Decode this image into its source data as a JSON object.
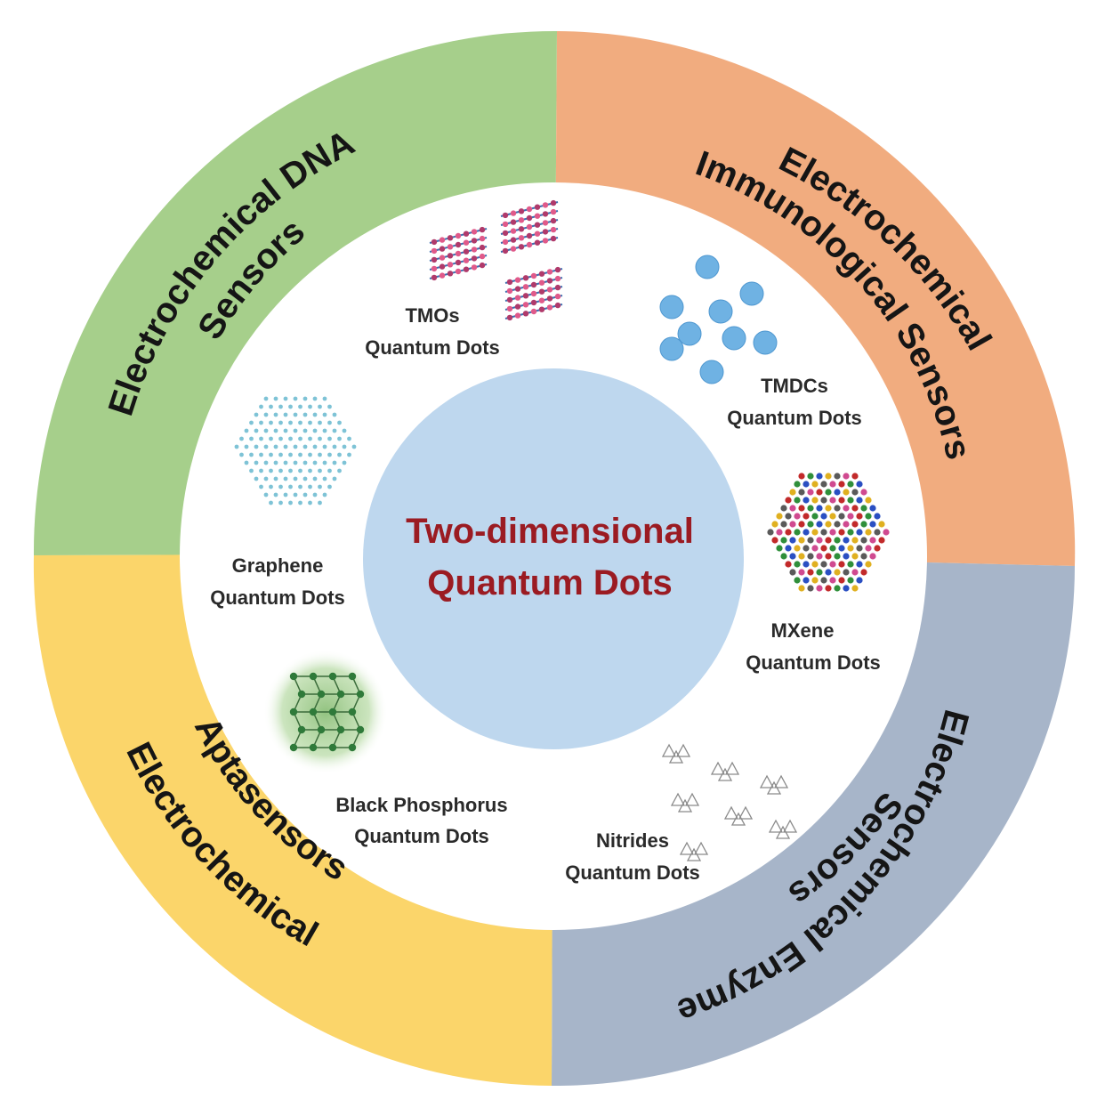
{
  "center": {
    "line1": "Two-dimensional",
    "line2": "Quantum Dots"
  },
  "sectors": [
    {
      "key": "dna",
      "line1": "Electrochemical DNA",
      "line2": "Sensors",
      "color": "#a6cf8b"
    },
    {
      "key": "immuno",
      "line1": "Electrochemical",
      "line2": "Immunological Sensors",
      "color": "#f1ac7f"
    },
    {
      "key": "enzyme",
      "line1": "Electrochemical Enzyme",
      "line2": "Sensors",
      "color": "#a7b5c9"
    },
    {
      "key": "apta",
      "line1": "Electrochemical",
      "line2": "Aptasensors",
      "color": "#fbd56a"
    }
  ],
  "quantum_dots": [
    {
      "key": "tmos",
      "line1": "TMOs",
      "line2": "Quantum Dots"
    },
    {
      "key": "tmdcs",
      "line1": "TMDCs",
      "line2": "Quantum Dots"
    },
    {
      "key": "mxene",
      "line1": "MXene",
      "line2": "Quantum Dots"
    },
    {
      "key": "nitrides",
      "line1": "Nitrides",
      "line2": "Quantum Dots"
    },
    {
      "key": "bp",
      "line1": "Black Phosphorus",
      "line2": "Quantum Dots"
    },
    {
      "key": "graphene",
      "line1": "Graphene",
      "line2": "Quantum Dots"
    }
  ],
  "colors": {
    "inner_disc": "#bed7ee",
    "center_text": "#9b1b22",
    "white_ring": "#ffffff"
  }
}
